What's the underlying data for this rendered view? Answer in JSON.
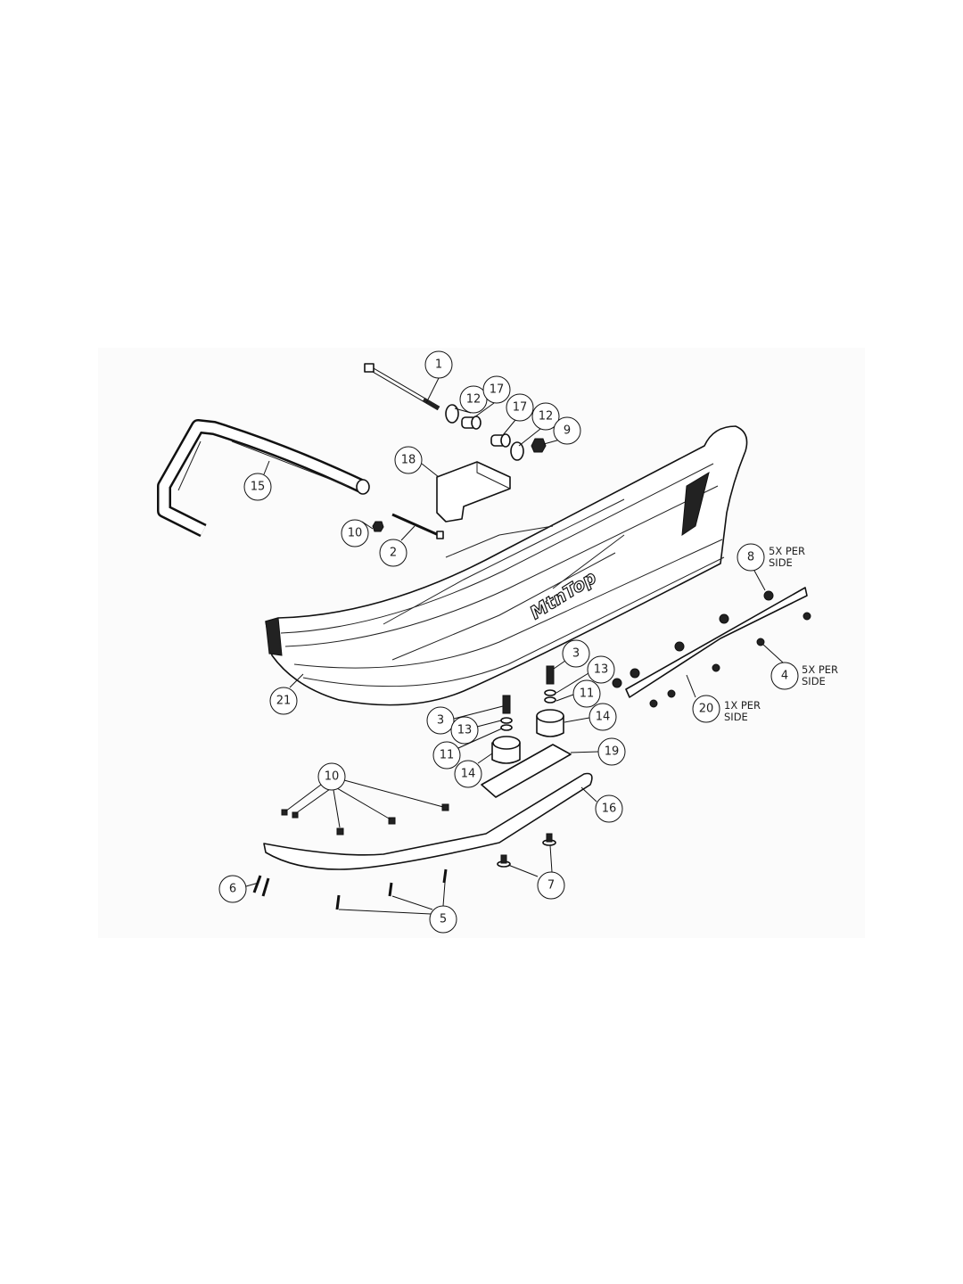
{
  "diagram": {
    "title_visible": false,
    "logo_text": "MtnTop",
    "balloons": {
      "b1": "1",
      "b2": "2",
      "b3a": "3",
      "b3b": "3",
      "b4": "4",
      "b5": "5",
      "b6": "6",
      "b7": "7",
      "b8": "8",
      "b9": "9",
      "b10a": "10",
      "b10b": "10",
      "b11a": "11",
      "b11b": "11",
      "b12a": "12",
      "b12b": "12",
      "b13a": "13",
      "b13b": "13",
      "b14a": "14",
      "b14b": "14",
      "b15": "15",
      "b16": "16",
      "b17a": "17",
      "b17b": "17",
      "b18": "18",
      "b19": "19",
      "b20": "20",
      "b21": "21"
    },
    "notes": {
      "n8_line1": "5X PER",
      "n8_line2": "SIDE",
      "n4_line1": "5X PER",
      "n4_line2": "SIDE",
      "n20_line1": "1X PER",
      "n20_line2": "SIDE"
    }
  }
}
